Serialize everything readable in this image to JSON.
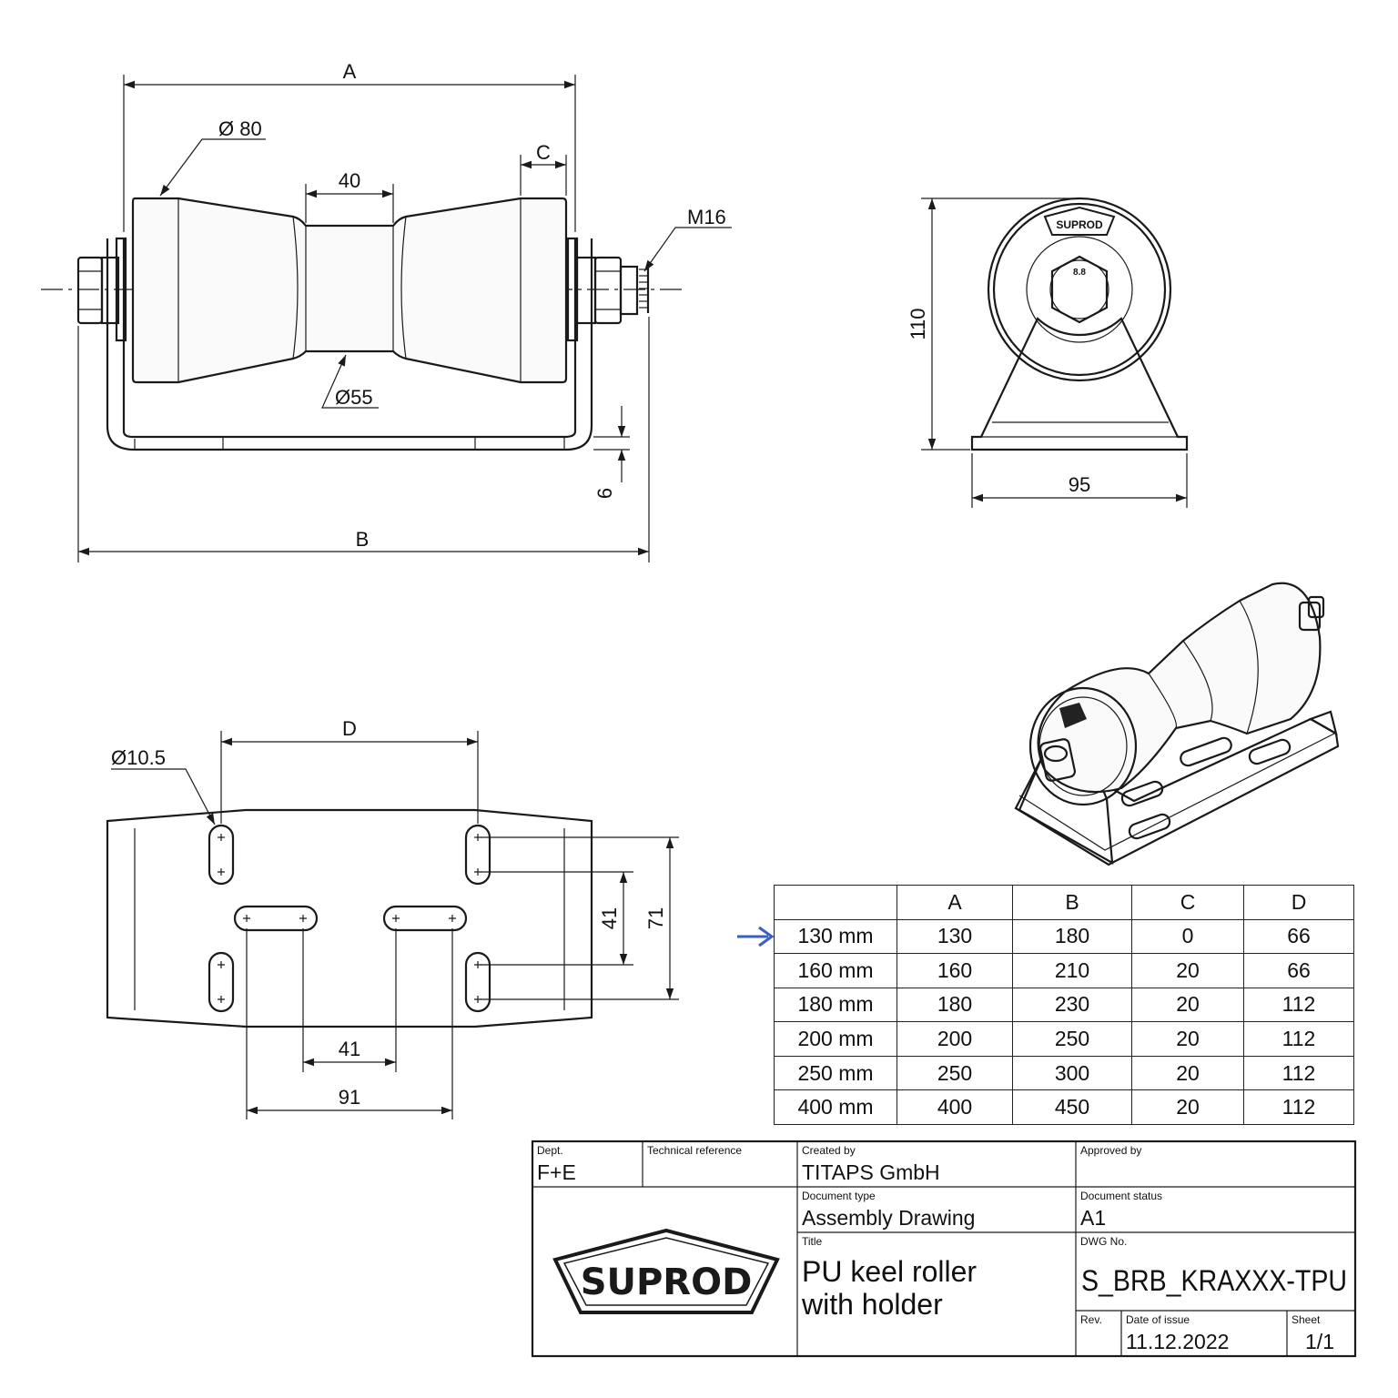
{
  "top_view": {
    "dim_a": "A",
    "dim_b": "B",
    "dim_c": "C",
    "dia_80": "Ø 80",
    "dim_40": "40",
    "thread": "M16",
    "dia_55": "Ø55",
    "dim_6": "6"
  },
  "side_view": {
    "height": "110",
    "width": "95",
    "logo_text": "SUPROD",
    "bolt_grade": "8.8"
  },
  "base_plate": {
    "dim_d": "D",
    "hole_dia": "Ø10.5",
    "dim_41_v": "41",
    "dim_71": "71",
    "dim_41_h": "41",
    "dim_91": "91"
  },
  "dims_table": {
    "headers": [
      "",
      "A",
      "B",
      "C",
      "D"
    ],
    "rows": [
      [
        "130 mm",
        "130",
        "180",
        "0",
        "66"
      ],
      [
        "160 mm",
        "160",
        "210",
        "20",
        "66"
      ],
      [
        "180 mm",
        "180",
        "230",
        "20",
        "112"
      ],
      [
        "200 mm",
        "200",
        "250",
        "20",
        "112"
      ],
      [
        "250 mm",
        "250",
        "300",
        "20",
        "112"
      ],
      [
        "400 mm",
        "400",
        "450",
        "20",
        "112"
      ]
    ],
    "arrow_color": "#3a5fc8"
  },
  "title_block": {
    "dept_label": "Dept.",
    "dept": "F+E",
    "techref_label": "Technical reference",
    "created_label": "Created by",
    "created": "TITAPS GmbH",
    "approved_label": "Approved by",
    "doctype_label": "Document type",
    "doctype": "Assembly Drawing",
    "docstatus_label": "Document status",
    "docstatus": "A1",
    "title_label": "Title",
    "title_line1": "PU keel roller",
    "title_line2": "with holder",
    "dwg_label": "DWG No.",
    "dwg": "S_BRB_KRAXXX-TPU",
    "rev_label": "Rev.",
    "date_label": "Date of issue",
    "date": "11.12.2022",
    "sheet_label": "Sheet",
    "sheet": "1/1",
    "logo": "SUPROD"
  }
}
